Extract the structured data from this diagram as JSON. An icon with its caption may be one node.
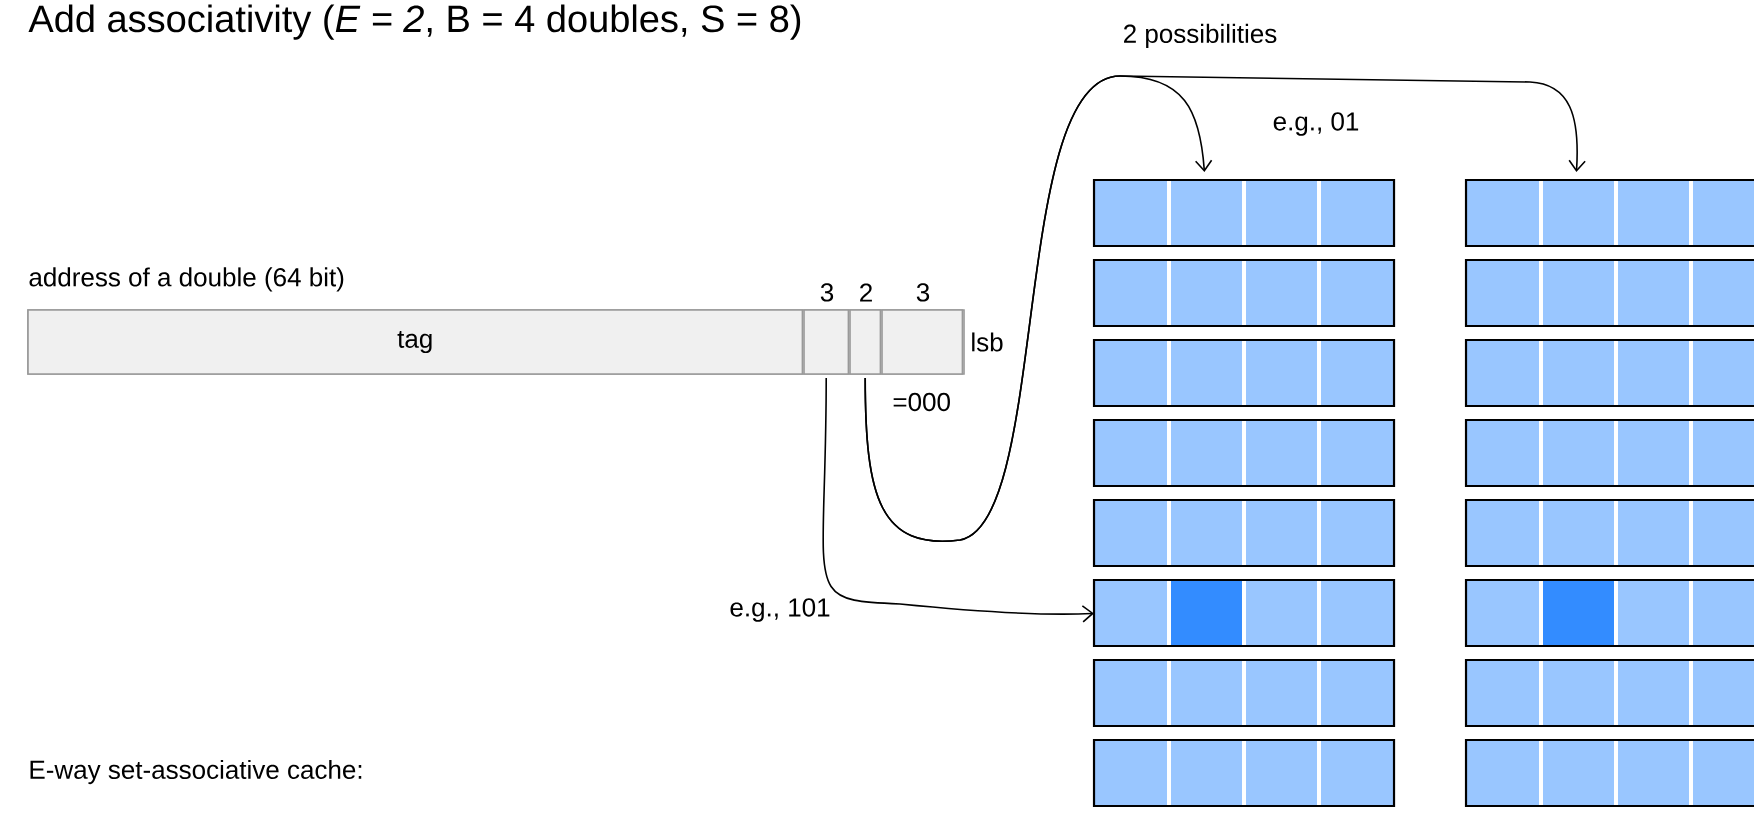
{
  "diagram": {
    "title": "Add associativity (*E = 2*, B = 4 doubles, S = 8)",
    "nodes": [
      {
        "text": [
          "address of a double (64 bit)"
        ]
      },
      {
        "text": [
          "tag"
        ],
        "in": 0
      },
      {
        "text": [],
        "shape": "box",
        "in": 0,
        "beside": [
          "3"
        ]
      },
      {
        "text": [],
        "shape": "box",
        "in": 0,
        "beside": [
          "2"
        ]
      },
      {
        "text": [],
        "shape": "box",
        "in": 0,
        "beside": [
          "3",
          "lsb",
          "=000"
        ]
      },
      {
        "text": [],
        "shape": "box"
      },
      {
        "text": [],
        "shape": "box"
      }
    ],
    "edges": [
      {
        "from": 2,
        "to": 5,
        "arrow": "to"
      },
      {
        "from": 3,
        "to": 5,
        "arrow": "to"
      },
      {
        "from": 3,
        "to": 6,
        "arrow": "to"
      }
    ],
    "labels": [
      "2 possibilities",
      "e.g., 01",
      "e.g., 101",
      "E-way set-associative cache:"
    ]
  }
}
